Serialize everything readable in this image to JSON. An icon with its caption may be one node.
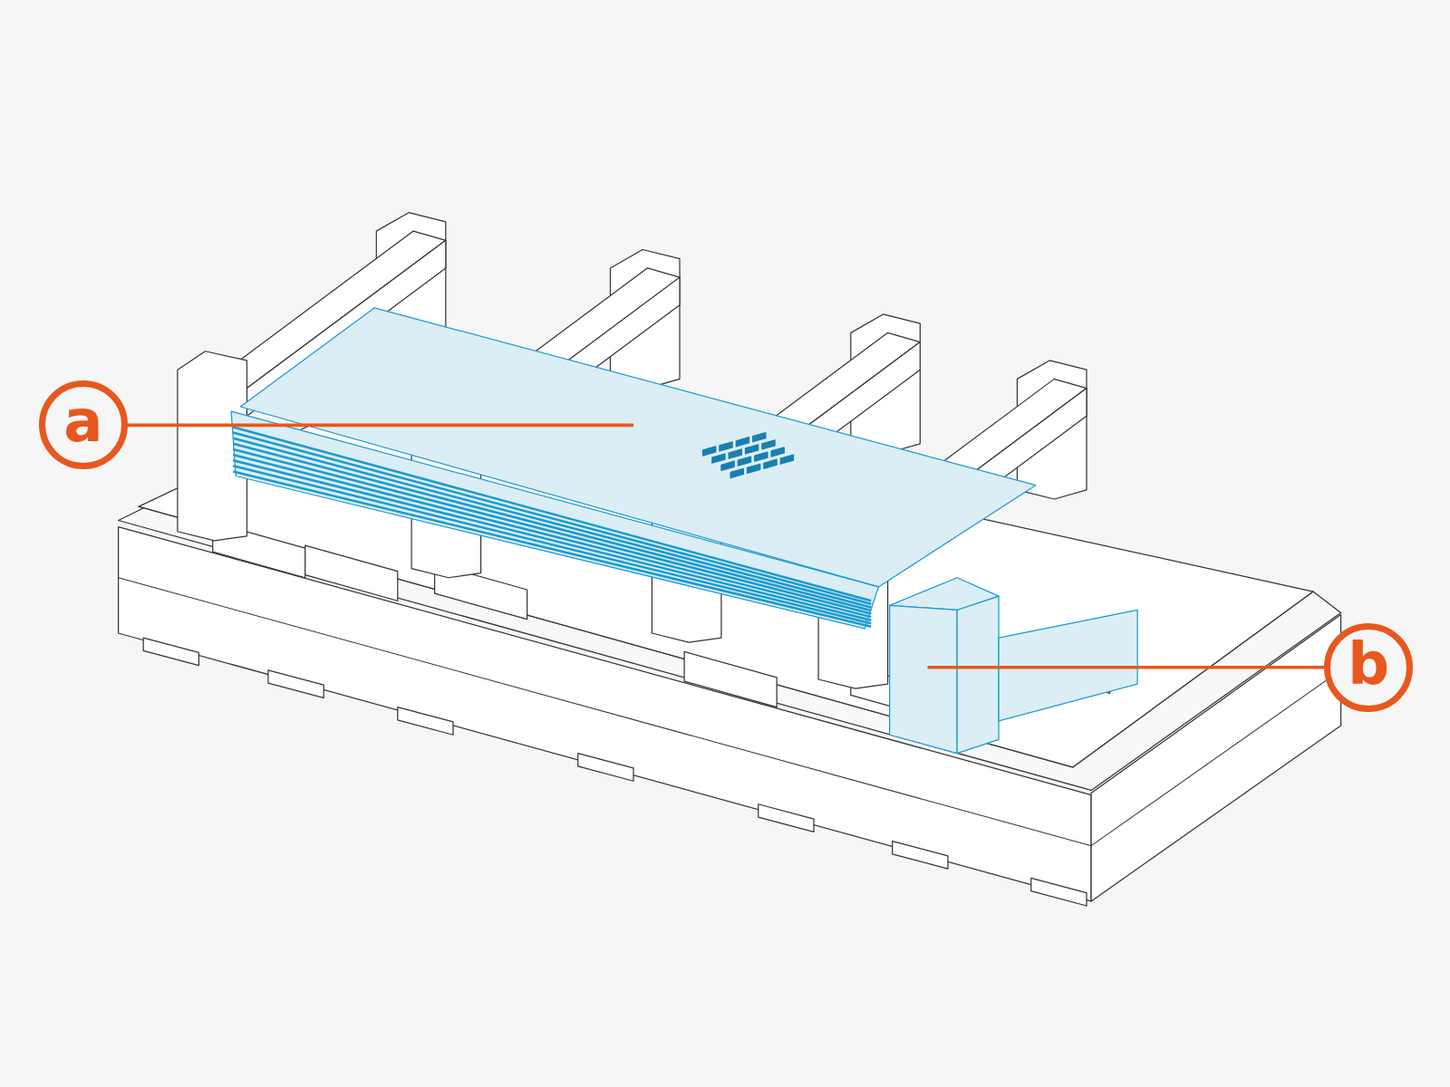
{
  "diagram": {
    "nodes": [
      {
        "text": [
          "a"
        ]
      },
      {
        "text": [],
        "shape": "picture"
      },
      {
        "text": [
          "b"
        ]
      },
      {
        "text": [],
        "shape": "picture"
      }
    ],
    "edges": [
      {
        "from": 0,
        "to": 1,
        "arrow": "none"
      },
      {
        "from": 2,
        "to": 3,
        "arrow": "none"
      }
    ]
  }
}
